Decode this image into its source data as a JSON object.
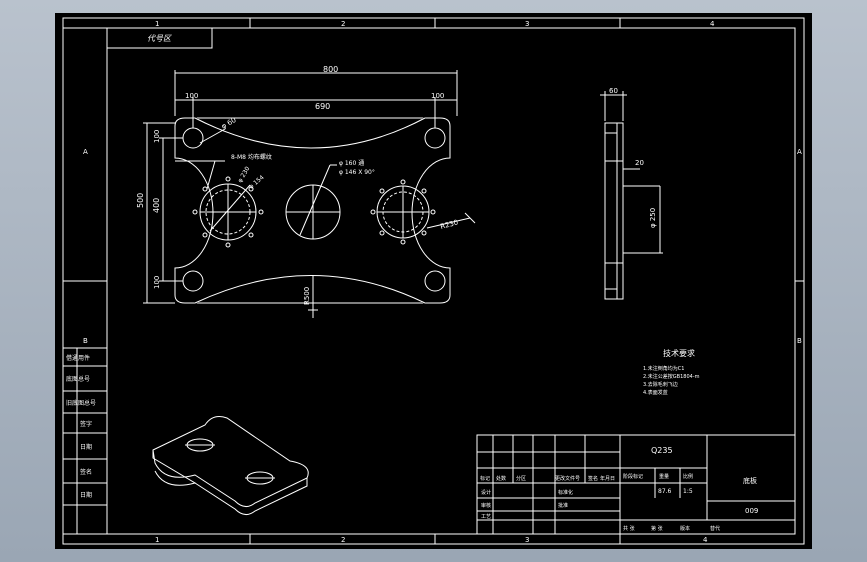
{
  "border": {
    "col_top": [
      "1",
      "2",
      "3",
      "4"
    ],
    "col_bottom": [
      "1",
      "2",
      "3",
      "4"
    ],
    "rows_left": [
      "A",
      "B"
    ],
    "rows_right": [
      "A",
      "B"
    ]
  },
  "corner_label": "代号区",
  "front_view": {
    "dims": {
      "total_width": "800",
      "inner_span": "690",
      "edge_left": "100",
      "edge_right": "100",
      "height_total": "500",
      "height_inner": "400",
      "top_offset": "100",
      "bottom_offset": "100",
      "arc_radius": "R500",
      "side_radius": "R230",
      "corner_hole": "φ 60",
      "bolt_circle_a": "φ 230",
      "bolt_circle_b": "φ 154",
      "center_hole": "φ 160 通",
      "center_chamfer": "φ 146 X 90°",
      "hole_note": "8-M8  均布螺纹"
    }
  },
  "side_view": {
    "dims": {
      "width": "60",
      "step": "20",
      "dia": "φ 250"
    }
  },
  "notes": {
    "title": "技术要求",
    "lines": [
      "1.未注倒角均为C1",
      "2.未注公差按GB1804-m",
      "3.去除毛刺飞边",
      "4.表面发蓝"
    ]
  },
  "left_strip": {
    "labels": [
      "借通用件",
      "底图总号",
      "旧底图总号",
      "签字",
      "日期",
      "签名",
      "日期"
    ]
  },
  "title_block": {
    "material": "Q235",
    "drawing_name": "底板",
    "drawing_no": "009",
    "scale": "1:5",
    "weight": "87.6",
    "headers": [
      "标记",
      "处数",
      "分区",
      "更改文件号",
      "签名",
      "年月日"
    ],
    "roles": [
      "设计",
      "审核",
      "工艺"
    ],
    "std": "标准化",
    "approve": "批准",
    "stage": "阶段标记",
    "wt_label": "重量",
    "sc_label": "比例",
    "sheet_info": [
      "共  张",
      "第  张"
    ],
    "version": "版本",
    "replace": "替代"
  }
}
